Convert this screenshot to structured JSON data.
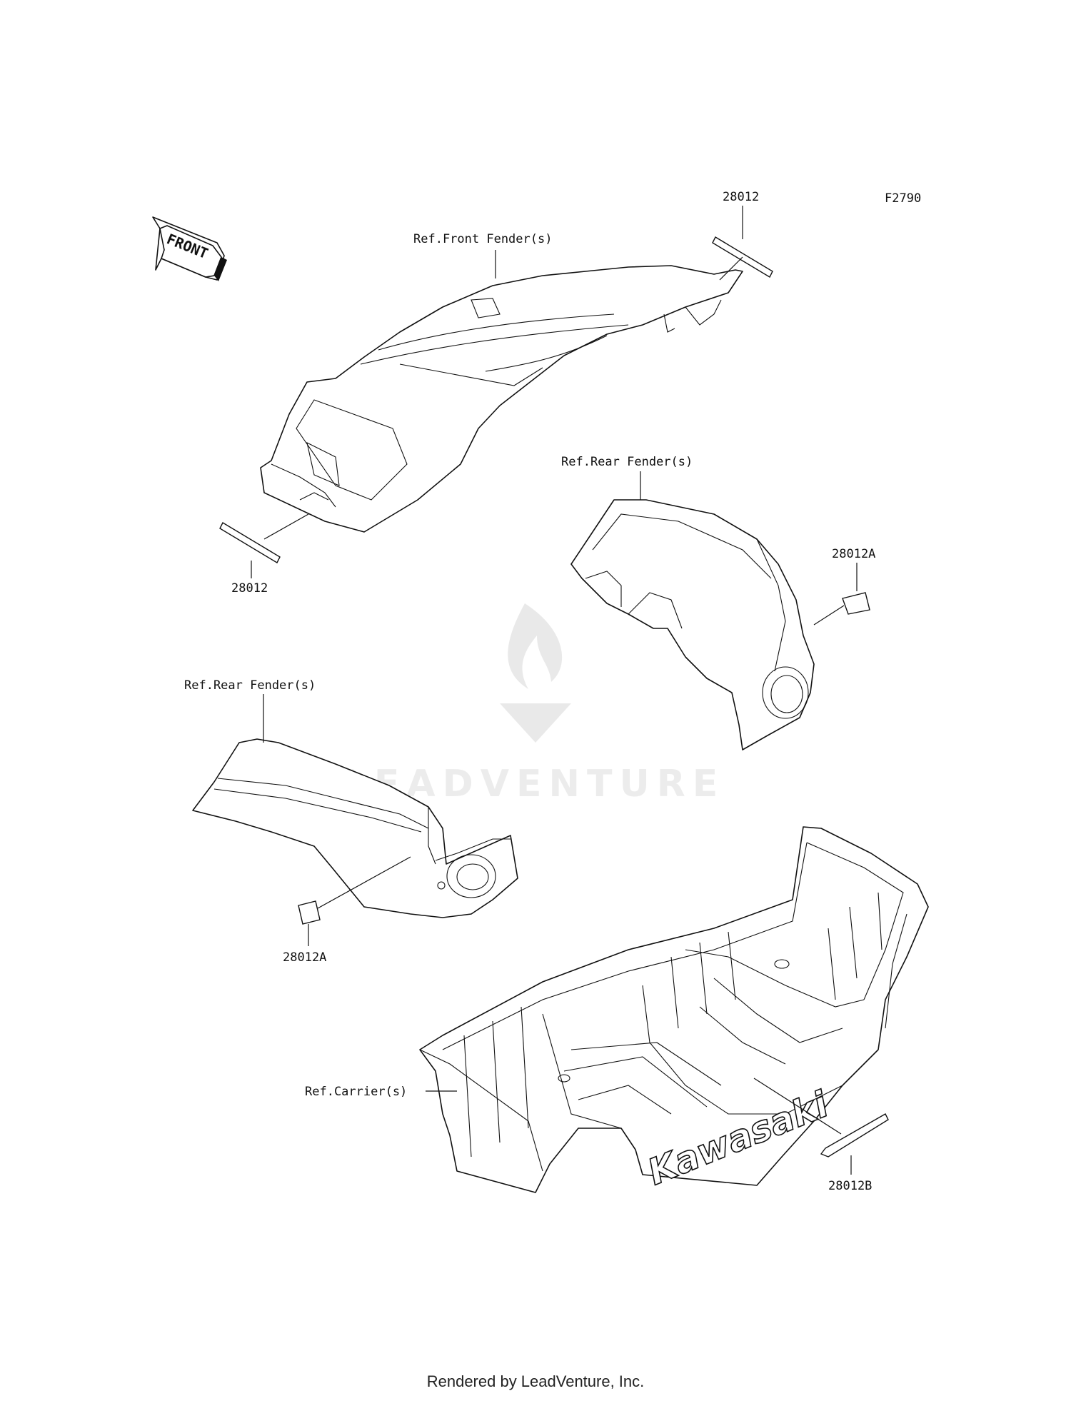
{
  "diagram_id": "F2790",
  "front_arrow_label": "FRONT",
  "labels": {
    "front_fender": "Ref.Front Fender(s)",
    "rear_fender_right": "Ref.Rear Fender(s)",
    "rear_fender_left": "Ref.Rear Fender(s)",
    "carrier": "Ref.Carrier(s)"
  },
  "parts": {
    "decal_top": "28012",
    "decal_bottom": "28012",
    "decal_rear_right": "28012A",
    "decal_rear_left": "28012A",
    "decal_carrier": "28012B"
  },
  "carrier_logo": "Kawasaki",
  "watermark": "LEADVENTURE",
  "footer": "Rendered by LeadVenture, Inc."
}
